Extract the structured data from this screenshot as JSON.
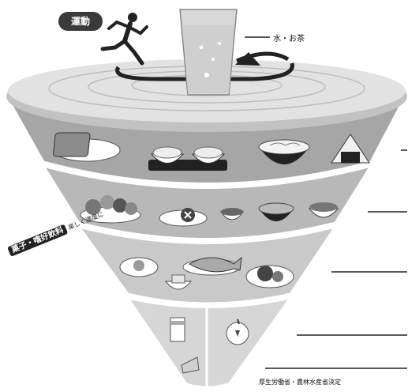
{
  "diagram": {
    "exercise_label": "運動",
    "water_label": "水・お茶",
    "snack_label_main": "菓子・嗜好飲料",
    "snack_label_sub": "楽しく適度に",
    "credit": "厚生労働省・農林水産省決定"
  },
  "colors": {
    "background": "#ffffff",
    "tier_grain": "#a6a6a6",
    "tier_vegetable": "#b8b8b8",
    "tier_main_dish": "#c9c9c9",
    "tier_dairy_fruit": "#d6d6d6",
    "top_disc": "#dcdcdc",
    "dark": "#222222"
  },
  "icons": [
    "running-figure-icon",
    "water-glass-icon",
    "rotation-arrow-icon"
  ]
}
